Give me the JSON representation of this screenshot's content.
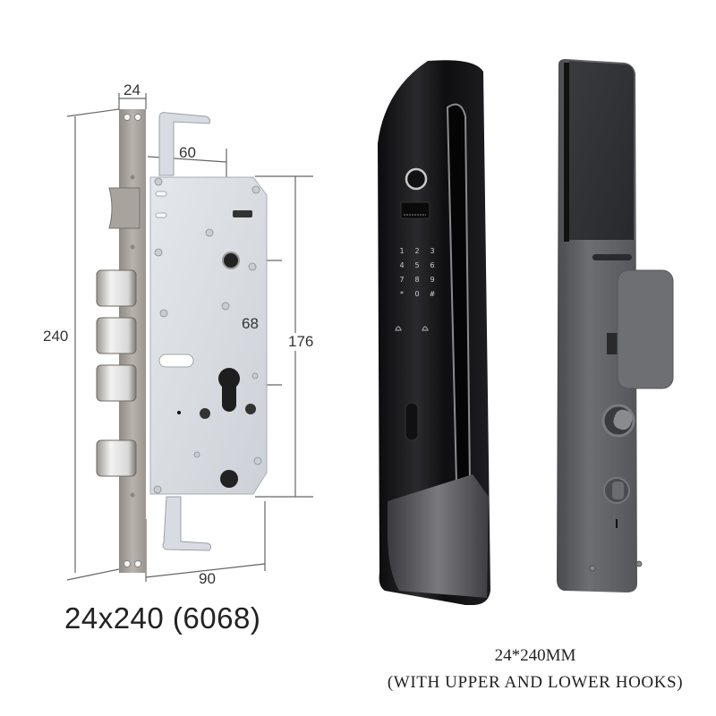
{
  "mortise_diagram": {
    "dimensions": {
      "faceplate_width": "24",
      "backset": "60",
      "total_height": "240",
      "body_height": "176",
      "center_distance": "68",
      "body_depth": "90"
    },
    "caption": "24x240 (6068)"
  },
  "smart_lock": {
    "keypad_keys": [
      "1",
      "2",
      "3",
      "4",
      "5",
      "6",
      "7",
      "8",
      "9",
      "*",
      "0",
      "#"
    ],
    "caption_line1": "24*240MM",
    "caption_line2": "(WITH UPPER AND LOWER HOOKS)"
  },
  "colors": {
    "background": "#ffffff",
    "faceplate": "#a8a39d",
    "mortise_body": "#d7dadf",
    "front_panel": "#141416",
    "back_panel": "#5a5b5e",
    "dimension_line": "#666666"
  }
}
